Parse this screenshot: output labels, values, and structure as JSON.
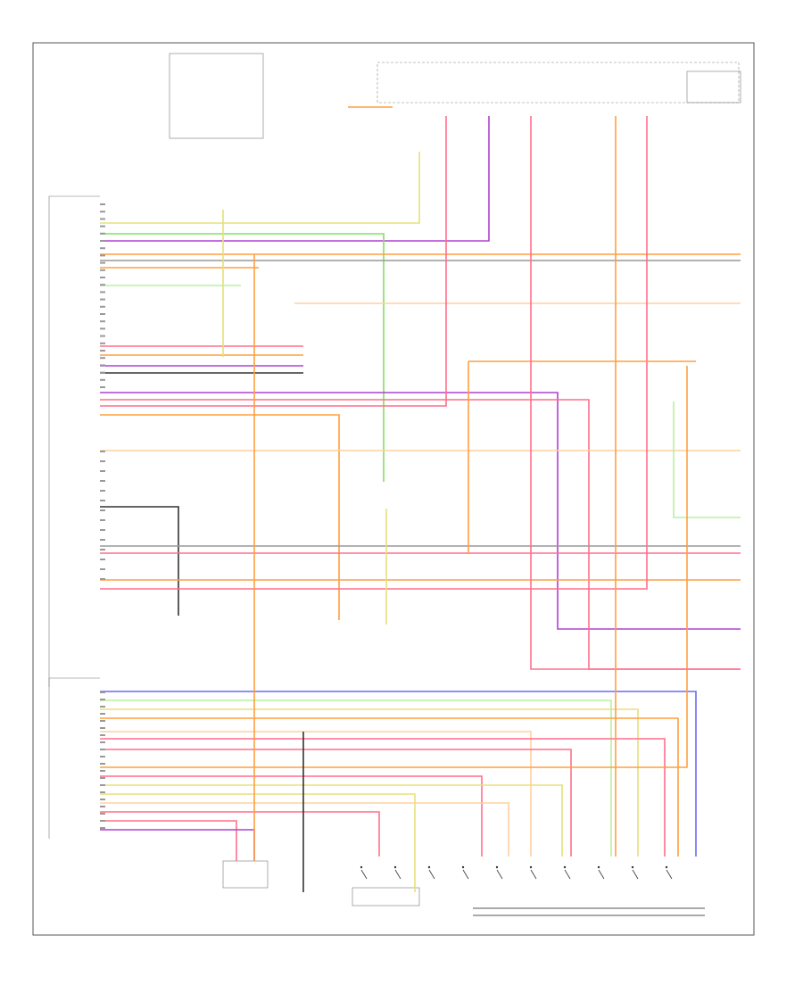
{
  "diagram": {
    "footer_code": "",
    "wire_colors": {
      "orange": "#ff9f40",
      "yellow": "#e8e07a",
      "purple": "#b040d0",
      "pink": "#ff6f8a",
      "green": "#80e060",
      "blue": "#6a6af0",
      "gray": "#999999",
      "black": "#333333",
      "light_green": "#b8f0a0",
      "light_orange": "#ffd0a0"
    },
    "connector_blocks": [
      {
        "name": "upper",
        "pins": 26
      },
      {
        "name": "middle",
        "pins": 14
      },
      {
        "name": "lower",
        "pins": 20
      }
    ],
    "switch_count": 10
  }
}
